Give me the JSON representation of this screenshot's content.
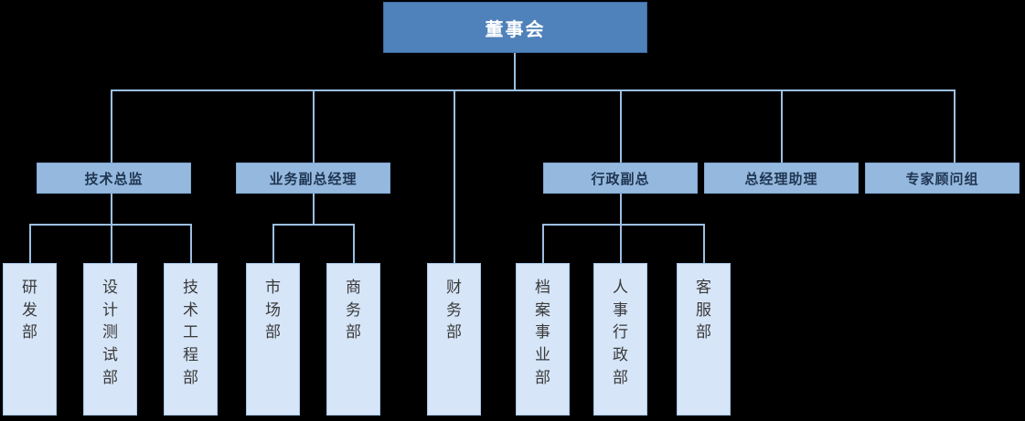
{
  "chart_data": {
    "type": "diagram",
    "diagram_kind": "organizational-chart",
    "title": "",
    "orientation": "top-down",
    "colors": {
      "background": "#000000",
      "root_fill": "#4f81ba",
      "root_text": "#ffffff",
      "level2_fill": "#95b9de",
      "level2_text": "#1f3552",
      "leaf_fill": "#d6e5f8",
      "leaf_text": "#3a3a3a",
      "connector": "#9cc0e2"
    },
    "nodes": [
      {
        "id": "root",
        "label": "董事会",
        "level": 1,
        "parent": null
      },
      {
        "id": "tech_dir",
        "label": "技术总监",
        "level": 2,
        "parent": "root"
      },
      {
        "id": "biz_vp",
        "label": "业务副总经理",
        "level": 2,
        "parent": "root"
      },
      {
        "id": "admin_vp",
        "label": "行政副总",
        "level": 2,
        "parent": "root"
      },
      {
        "id": "gm_asst",
        "label": "总经理助理",
        "level": 2,
        "parent": "root"
      },
      {
        "id": "expert",
        "label": "专家顾问组",
        "level": 2,
        "parent": "root"
      },
      {
        "id": "rd",
        "label": "研发部",
        "level": 3,
        "parent": "tech_dir"
      },
      {
        "id": "design",
        "label": "设计测试部",
        "level": 3,
        "parent": "tech_dir"
      },
      {
        "id": "techeng",
        "label": "技术工程部",
        "level": 3,
        "parent": "tech_dir"
      },
      {
        "id": "market",
        "label": "市场部",
        "level": 3,
        "parent": "biz_vp"
      },
      {
        "id": "commerce",
        "label": "商务部",
        "level": 3,
        "parent": "biz_vp"
      },
      {
        "id": "finance",
        "label": "财务部",
        "level": 3,
        "parent": "root"
      },
      {
        "id": "archive",
        "label": "档案事业部",
        "level": 3,
        "parent": "admin_vp"
      },
      {
        "id": "hr",
        "label": "人事行政部",
        "level": 3,
        "parent": "admin_vp"
      },
      {
        "id": "support",
        "label": "客服部",
        "level": 3,
        "parent": "admin_vp"
      }
    ]
  },
  "root": {
    "label": "董事会"
  },
  "level2": {
    "tech_director": "技术总监",
    "business_vp": "业务副总经理",
    "admin_vp": "行政副总",
    "gm_assistant": "总经理助理",
    "expert_group": "专家顾问组"
  },
  "leaves": {
    "rd_dept": "研发部",
    "design_test_dept": "设计测试部",
    "tech_engineering_dept": "技术工程部",
    "marketing_dept": "市场部",
    "commerce_dept": "商务部",
    "finance_dept": "财务部",
    "archive_division": "档案事业部",
    "hr_admin_dept": "人事行政部",
    "customer_service_dept": "客服部"
  }
}
